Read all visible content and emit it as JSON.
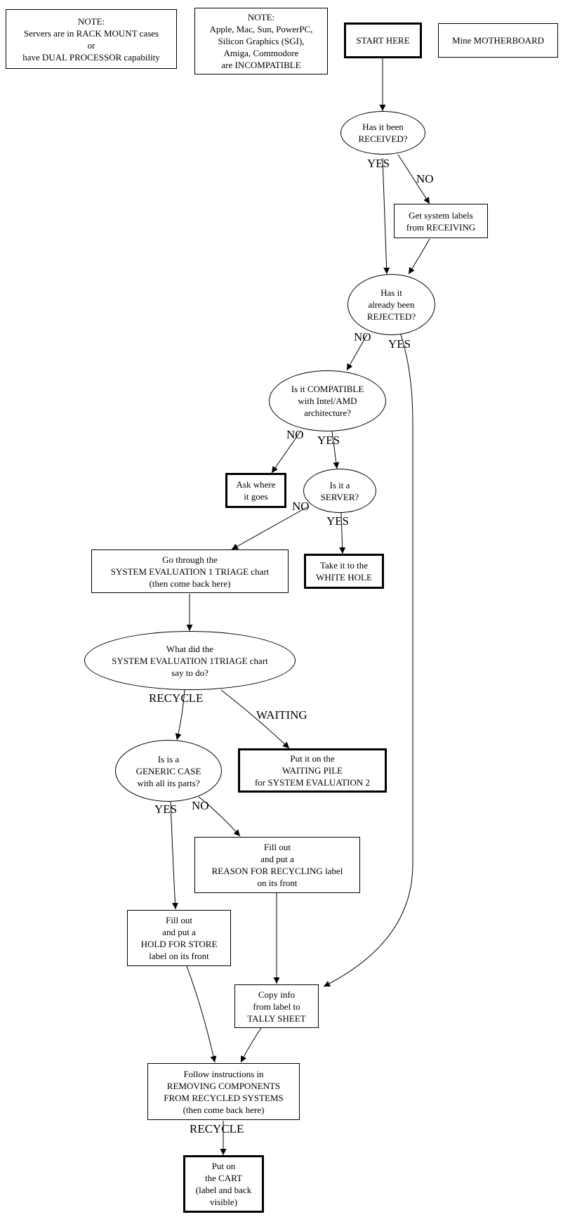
{
  "notes": {
    "servers": [
      "NOTE:",
      "Servers are in RACK MOUNT cases",
      "or",
      "have DUAL PROCESSOR capability"
    ],
    "incompatible": [
      "NOTE:",
      "Apple, Mac, Sun, PowerPC,",
      "Silicon Graphics (SGI),",
      "Amiga, Commodore",
      "are INCOMPATIBLE"
    ],
    "mine_motherboard": [
      "Mine MOTHERBOARD"
    ]
  },
  "nodes": {
    "start": [
      "START HERE"
    ],
    "received": [
      "Has it been",
      "RECEIVED?"
    ],
    "get_labels": [
      "Get system labels",
      "from RECEIVING"
    ],
    "rejected": [
      "Has it",
      "already been",
      "REJECTED?"
    ],
    "compatible": [
      "Is it COMPATIBLE",
      "with Intel/AMD",
      "architecture?"
    ],
    "ask_where": [
      "Ask where",
      "it goes"
    ],
    "server": [
      "Is it a",
      "SERVER?"
    ],
    "white_hole": [
      "Take it to the",
      "WHITE HOLE"
    ],
    "go_through": [
      "Go through the",
      "SYSTEM EVALUATION 1 TRIAGE chart",
      "(then come back here)"
    ],
    "what_did": [
      "What did the",
      "SYSTEM EVALUATION 1TRIAGE chart",
      "say to do?"
    ],
    "generic_case": [
      "Is is a",
      "GENERIC CASE",
      "with all its parts?"
    ],
    "waiting_pile": [
      "Put it on the",
      "WAITING PILE",
      "for SYSTEM EVALUATION 2"
    ],
    "reason_label": [
      "Fill out",
      "and put a",
      "REASON FOR RECYCLING label",
      "on its front"
    ],
    "hold_store": [
      "Fill out",
      "and put a",
      "HOLD FOR STORE",
      "label on its front"
    ],
    "copy_info": [
      "Copy info",
      "from label to",
      "TALLY SHEET"
    ],
    "follow_instr": [
      "Follow instructions in",
      "REMOVING COMPONENTS",
      "FROM RECYCLED SYSTEMS",
      "(then come back here)"
    ],
    "cart": [
      "Put on",
      "the CART",
      "(label and back",
      "visible)"
    ]
  },
  "edge_labels": {
    "received_yes": "YES",
    "received_no": "NO",
    "rejected_no": "NO",
    "rejected_yes": "YES",
    "compatible_no": "NO",
    "compatible_yes": "YES",
    "server_no": "NO",
    "server_yes": "YES",
    "what_recycle": "RECYCLE",
    "what_waiting": "WAITING",
    "generic_yes": "YES",
    "generic_no": "NO",
    "follow_recycle": "RECYCLE"
  }
}
